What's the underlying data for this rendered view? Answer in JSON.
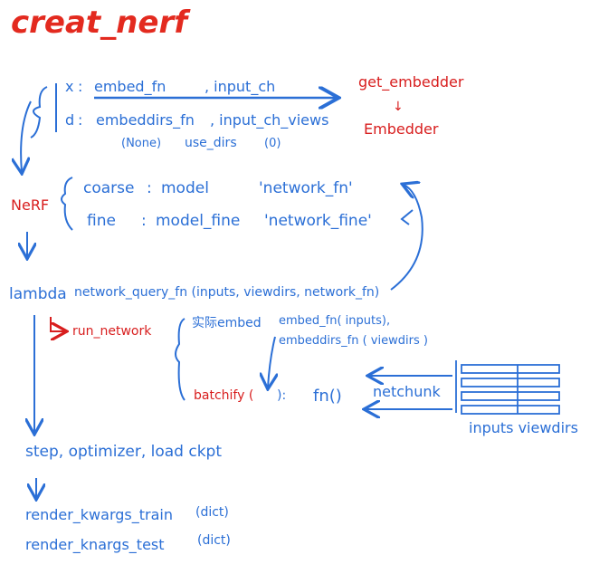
{
  "title": "creat_nerf",
  "colors": {
    "blue": "#2b6fd6",
    "red": "#d81e1e",
    "title_red": "#e32a1f"
  },
  "embed": {
    "x_label": "x",
    "x_fn": "embed_fn",
    "x_ch": ", input_ch",
    "d_label": "d",
    "d_fn": "embeddirs_fn",
    "d_ch": ", input_ch_views",
    "d_none": "(None)",
    "d_use": "use_dirs",
    "d_zero": "(0)"
  },
  "embedder": {
    "get": "get_embedder",
    "arrow": "↓",
    "cls": "Embedder"
  },
  "nerf": {
    "label": "NeRF",
    "coarse_label": "coarse",
    "coarse_val": "model",
    "coarse_name": "'network_fn'",
    "fine_label": "fine",
    "fine_val": "model_fine",
    "fine_name": "'network_fine'"
  },
  "lambda": {
    "kw": "lambda",
    "expr": "network_query_fn (inputs, viewdirs, network_fn)"
  },
  "run": {
    "label": "run_network",
    "embed_label": "实际embed",
    "embed_l1": "embed_fn( inputs),",
    "embed_l2": "embeddirs_fn ( viewdirs )",
    "batchify": "batchify (",
    "batchify_end": "):",
    "fn": "fn()",
    "netchunk": "netchunk",
    "inputs_caption": "inputs  viewdirs"
  },
  "bottom": {
    "step": "step, optimizer, load ckpt",
    "train": "render_kwargs_train",
    "train_type": "(dict)",
    "test": "render_knargs_test",
    "test_type": "(dict)"
  }
}
